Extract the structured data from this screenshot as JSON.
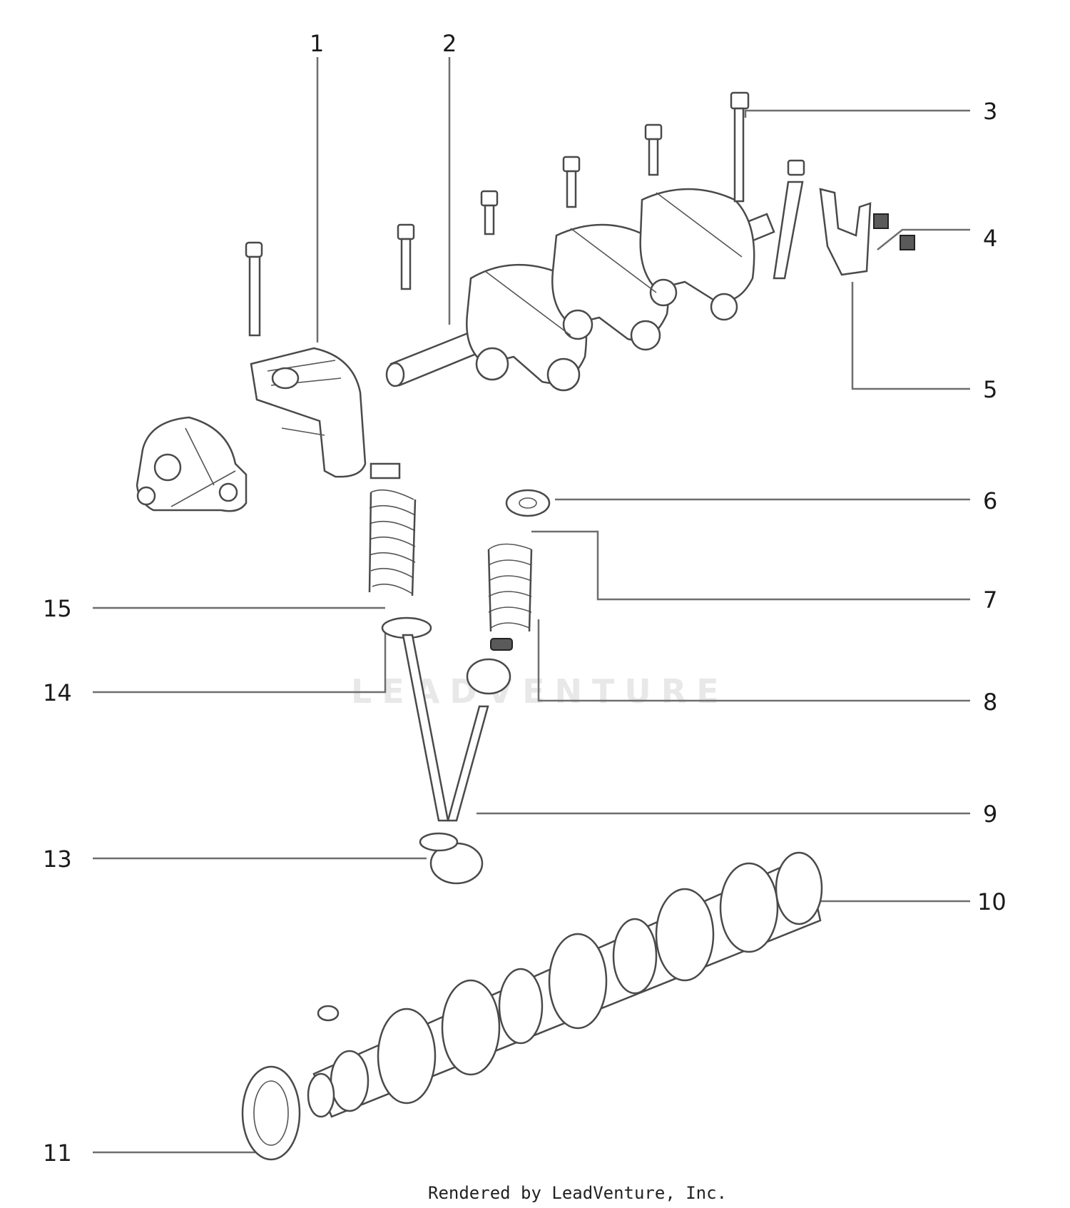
{
  "callouts": {
    "c1": "1",
    "c2": "2",
    "c3": "3",
    "c4": "4",
    "c5": "5",
    "c6": "6",
    "c7": "7",
    "c8": "8",
    "c9": "9",
    "c10": "10",
    "c11": "11",
    "c13": "13",
    "c14": "14",
    "c15": "15"
  },
  "watermark": "LEADVENTURE",
  "credit": "Rendered by LeadVenture, Inc."
}
